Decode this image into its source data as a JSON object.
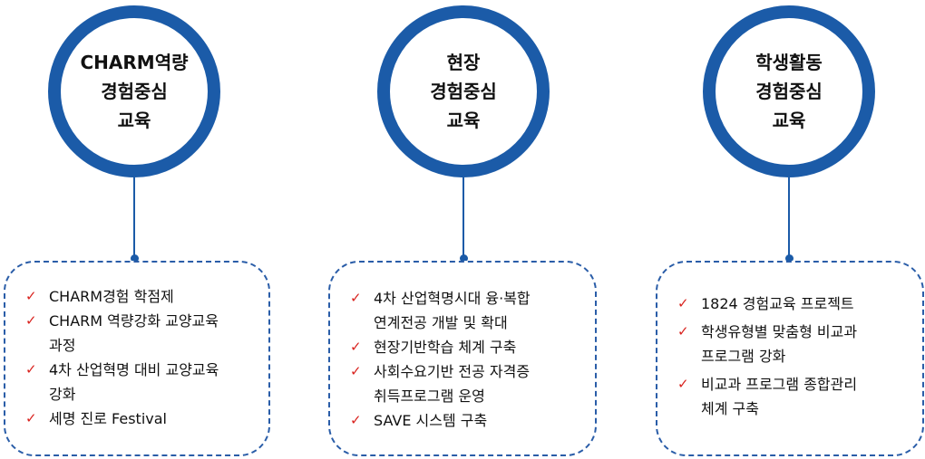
{
  "columns": [
    {
      "title_lines": [
        "CHARM역량",
        "경험중심",
        "교육"
      ],
      "items": [
        [
          "CHARM경험 학점제"
        ],
        [
          "CHARM 역량강화 교양교육",
          "과정"
        ],
        [
          "4차 산업혁명 대비 교양교육",
          "강화"
        ],
        [
          "세명 진로 Festival"
        ]
      ]
    },
    {
      "title_lines": [
        "현장",
        "경험중심",
        "교육"
      ],
      "items": [
        [
          "4차 산업혁명시대 융·복합",
          "연계전공 개발 및 확대"
        ],
        [
          "현장기반학습 체계 구축"
        ],
        [
          "사회수요기반 전공 자격증",
          "취득프로그램 운영"
        ],
        [
          "SAVE 시스템 구축"
        ]
      ]
    },
    {
      "title_lines": [
        "학생활동",
        "경험중심",
        "교육"
      ],
      "items": [
        [
          "1824 경험교육 프로젝트"
        ],
        [
          "학생유형별 맞춤형 비교과",
          "프로그램 강화"
        ],
        [
          "비교과 프로그램 종합관리",
          "체계 구축"
        ]
      ]
    }
  ],
  "icons": {
    "bullet": "check-icon"
  },
  "colors": {
    "accent": "#1b5ba8",
    "check": "#d9231f"
  }
}
